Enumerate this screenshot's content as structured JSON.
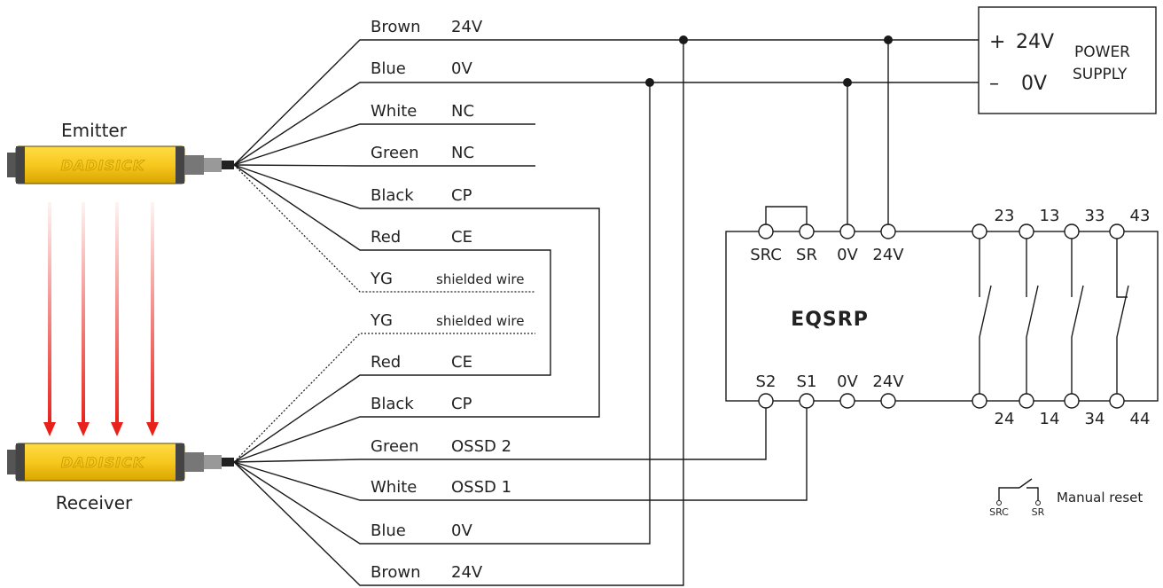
{
  "devices": {
    "emitter": "Emitter",
    "receiver": "Receiver",
    "brand": "DADISICK"
  },
  "emitter_wires": [
    {
      "color": "Brown",
      "signal": "24V"
    },
    {
      "color": "Blue",
      "signal": "0V"
    },
    {
      "color": "White",
      "signal": "NC"
    },
    {
      "color": "Green",
      "signal": "NC"
    },
    {
      "color": "Black",
      "signal": "CP"
    },
    {
      "color": "Red",
      "signal": "CE"
    },
    {
      "color": "YG",
      "signal": "shielded wire"
    }
  ],
  "receiver_wires": [
    {
      "color": "YG",
      "signal": "shielded wire"
    },
    {
      "color": "Red",
      "signal": "CE"
    },
    {
      "color": "Black",
      "signal": "CP"
    },
    {
      "color": "Green",
      "signal": "OSSD 2"
    },
    {
      "color": "White",
      "signal": "OSSD 1"
    },
    {
      "color": "Blue",
      "signal": "0V"
    },
    {
      "color": "Brown",
      "signal": "24V"
    }
  ],
  "power_supply": {
    "plus": "+",
    "plus_voltage": "24V",
    "minus": "–",
    "minus_voltage": "0V",
    "line1": "POWER",
    "line2": "SUPPLY"
  },
  "module": {
    "name": "EQSRP",
    "top_terminals": [
      "SRC",
      "SR",
      "0V",
      "24V"
    ],
    "bottom_terminals": [
      "S2",
      "S1",
      "0V",
      "24V"
    ],
    "contacts_top": [
      "23",
      "13",
      "33",
      "43"
    ],
    "contacts_bottom": [
      "24",
      "14",
      "34",
      "44"
    ]
  },
  "manual_reset": {
    "label": "Manual reset",
    "left": "SRC",
    "right": "SR"
  },
  "colors": {
    "device_yellow": "#f7c81e",
    "beam_red": "#e8221b",
    "line": "#1a1a1a"
  }
}
